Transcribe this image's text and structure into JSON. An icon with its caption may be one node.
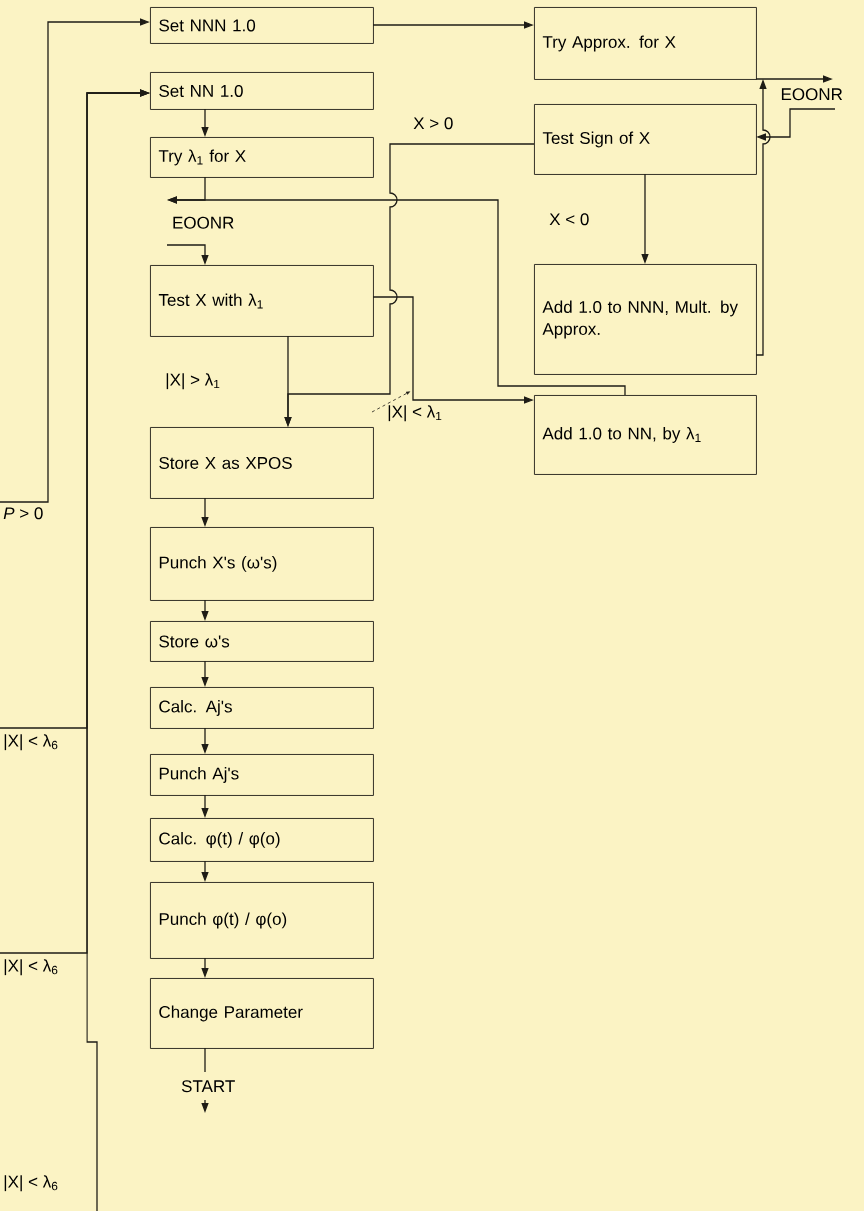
{
  "diagram": {
    "nodes": [
      {
        "text": [
          "Set NNN 1.0"
        ]
      },
      {
        "text": [
          "Try Approx. for X"
        ]
      },
      {
        "text": [
          "Set NN 1.0"
        ]
      },
      {
        "text": [
          "Try λ$_{1}$ for X"
        ]
      },
      {
        "text": [
          "Test Sign of X"
        ]
      },
      {
        "text": [
          "EOONR"
        ]
      },
      {
        "text": [
          "EOONR"
        ]
      },
      {
        "text": [
          "Test X with λ$_{1}$"
        ]
      },
      {
        "text": [
          "Add 1.0 to NNN, Mult. by Approx."
        ]
      },
      {
        "text": [
          "Add 1.0 to NN, by λ$_{1}$"
        ]
      },
      {
        "text": [
          "Store X as XPOS"
        ]
      },
      {
        "text": [
          "Punch X's (ω's)"
        ]
      },
      {
        "text": [
          "Store ω's"
        ]
      },
      {
        "text": [
          "Calc. Aj's"
        ]
      },
      {
        "text": [
          "Punch Aj's"
        ]
      },
      {
        "text": [
          "Calc. φ(t) / φ(o)"
        ]
      },
      {
        "text": [
          "Punch φ(t) / φ(o)"
        ]
      },
      {
        "text": [
          "Change Parameter"
        ]
      },
      {
        "text": [
          "START"
        ]
      }
    ],
    "edges": [
      {
        "from": null,
        "to": 0,
        "arrow": "to",
        "label": "*P* > 0"
      },
      {
        "from": null,
        "to": 2,
        "arrow": "to",
        "label": "|X| < λ$_{6}$"
      },
      {
        "from": null,
        "to": 2,
        "arrow": "to",
        "label": "|X| < λ$_{6}$"
      },
      {
        "from": null,
        "to": 2,
        "arrow": "to",
        "label": "|X| < λ$_{6}$"
      },
      {
        "from": 0,
        "to": 1,
        "arrow": "to"
      },
      {
        "from": 2,
        "to": 3,
        "arrow": "to"
      },
      {
        "from": 3,
        "to": 6,
        "arrow": "to"
      },
      {
        "from": 9,
        "to": 6,
        "arrow": "to"
      },
      {
        "from": 6,
        "to": 7,
        "arrow": "to"
      },
      {
        "from": 1,
        "to": 5,
        "arrow": "to"
      },
      {
        "from": 8,
        "to": 5,
        "arrow": "to"
      },
      {
        "from": 5,
        "to": 4,
        "arrow": "to"
      },
      {
        "from": 4,
        "to": 8,
        "arrow": "to",
        "label": "X < 0"
      },
      {
        "from": 4,
        "to": 10,
        "arrow": "to",
        "label": "X > 0"
      },
      {
        "from": 7,
        "to": 10,
        "arrow": "to",
        "label": "|X| > λ$_{1}$"
      },
      {
        "from": 7,
        "to": 9,
        "arrow": "to",
        "label": "|X| < λ$_{1}$"
      },
      {
        "from": 10,
        "to": 11,
        "arrow": "to"
      },
      {
        "from": 11,
        "to": 12,
        "arrow": "to"
      },
      {
        "from": 12,
        "to": 13,
        "arrow": "to"
      },
      {
        "from": 13,
        "to": 14,
        "arrow": "to"
      },
      {
        "from": 14,
        "to": 15,
        "arrow": "to"
      },
      {
        "from": 15,
        "to": 16,
        "arrow": "to"
      },
      {
        "from": 16,
        "to": 17,
        "arrow": "to"
      },
      {
        "from": 17,
        "to": 18,
        "arrow": "none"
      },
      {
        "from": 18,
        "to": null,
        "arrow": "to"
      }
    ]
  }
}
